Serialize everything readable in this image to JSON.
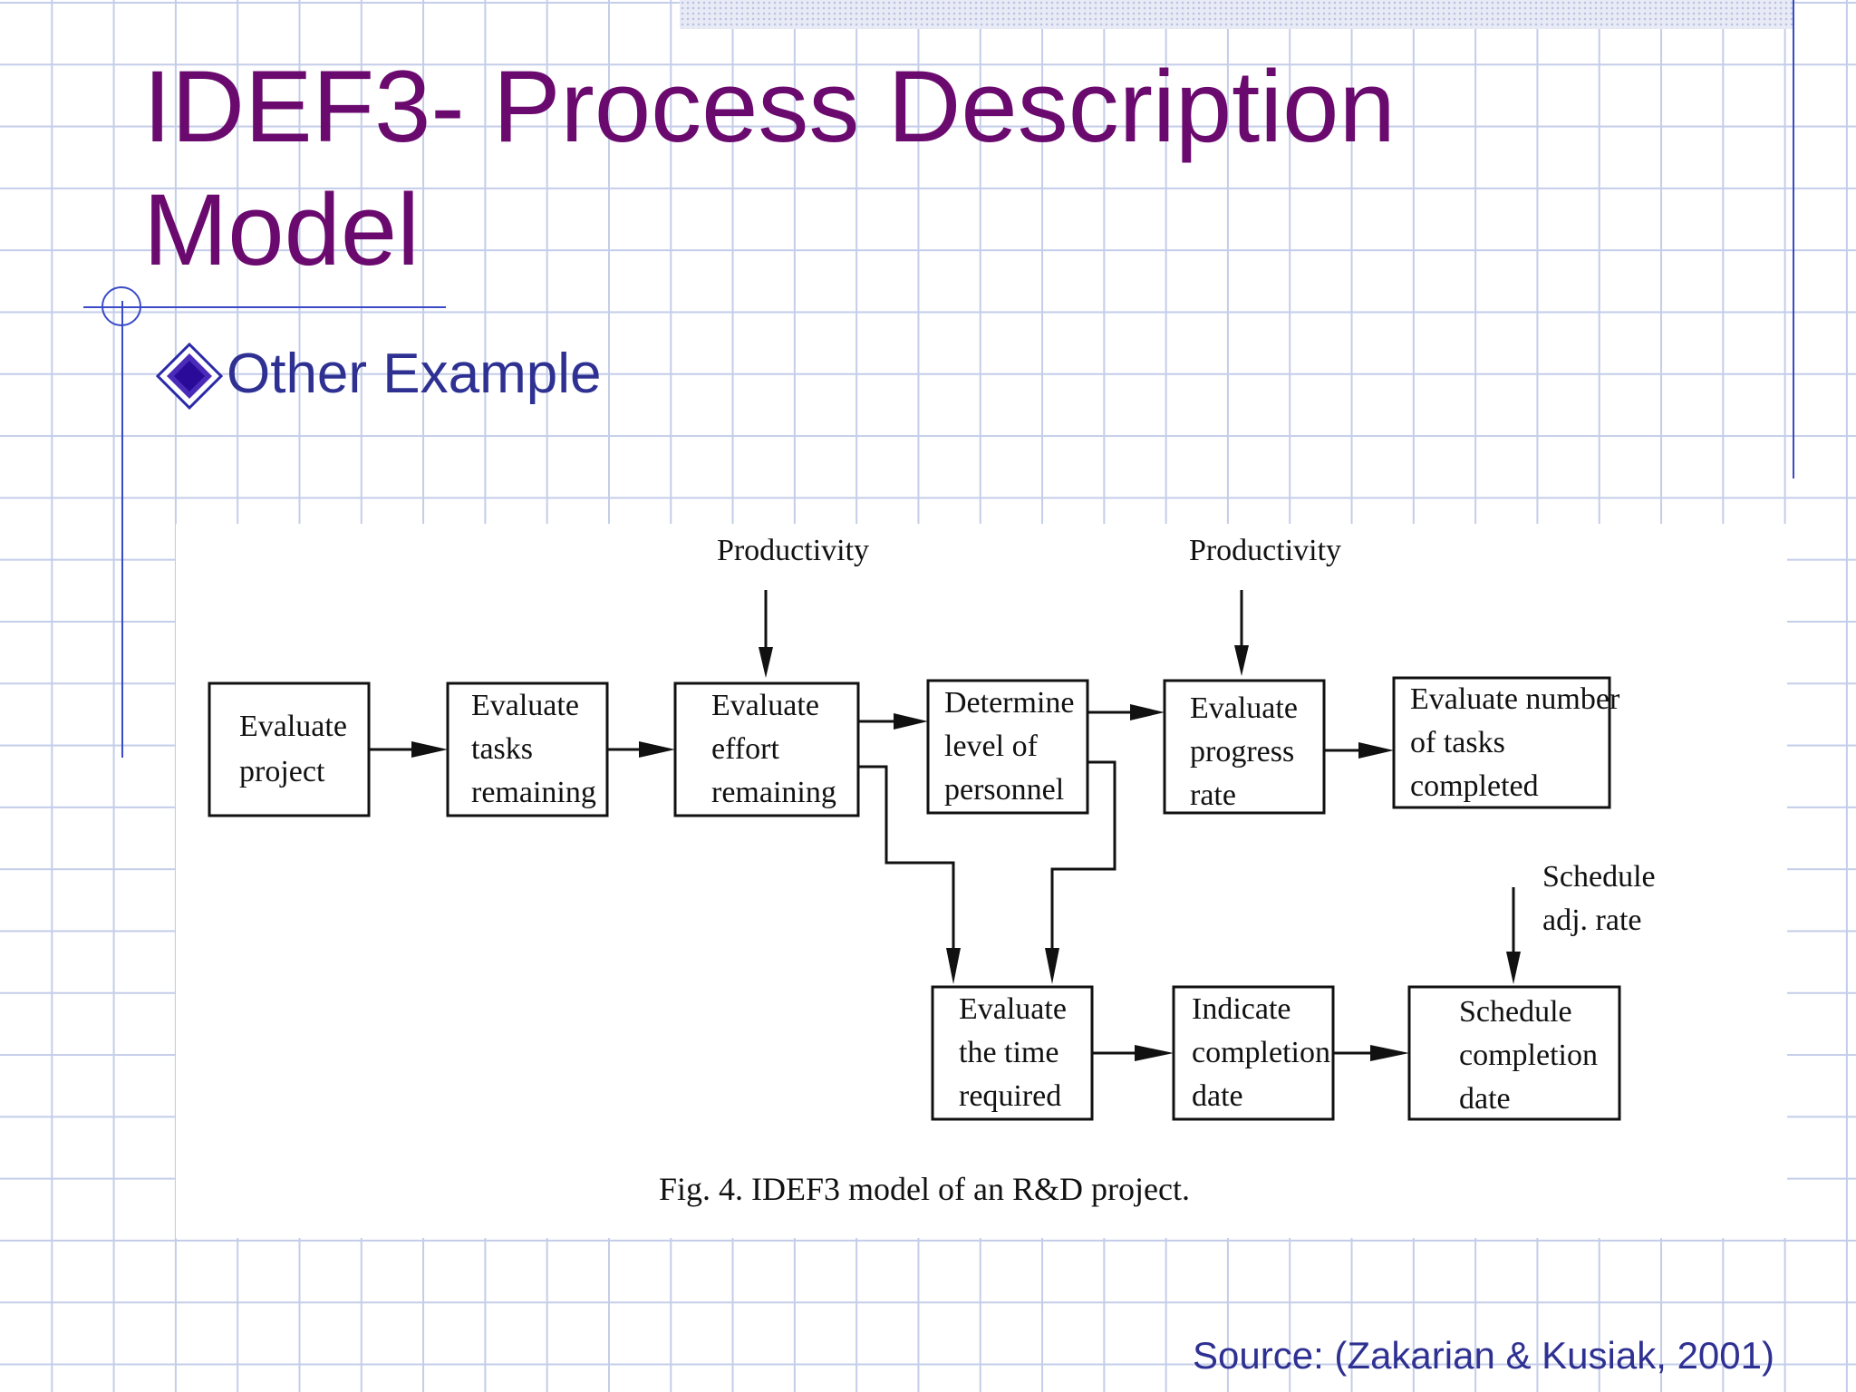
{
  "slide": {
    "title_line1": "IDEF3- Process Description",
    "title_line2": "Model",
    "bullet": "Other Example",
    "source": "Source: (Zakarian & Kusiak, 2001)"
  },
  "diagram": {
    "productivity_label_1": "Productivity",
    "productivity_label_2": "Productivity",
    "schedule_adj_line1": "Schedule",
    "schedule_adj_line2": "adj. rate",
    "caption": "Fig. 4. IDEF3 model of an R&D project.",
    "boxes": {
      "evaluate_project": [
        "Evaluate",
        "project"
      ],
      "evaluate_tasks_remaining": [
        "Evaluate",
        "tasks",
        "remaining"
      ],
      "evaluate_effort_remaining": [
        "Evaluate",
        "effort",
        "remaining"
      ],
      "determine_level_of_personnel": [
        "Determine",
        "level of",
        "personnel"
      ],
      "evaluate_progress_rate": [
        "Evaluate",
        "progress",
        "rate"
      ],
      "evaluate_number_of_tasks_completed": [
        "Evaluate number",
        "of tasks",
        "completed"
      ],
      "evaluate_the_time_required": [
        "Evaluate",
        "the time",
        "required"
      ],
      "indicate_completion_date": [
        "Indicate",
        "completion",
        "date"
      ],
      "schedule_completion_date": [
        "Schedule",
        "completion",
        "date"
      ]
    }
  },
  "colors": {
    "title": "#6b0a6e",
    "body_text": "#2e3192",
    "accent_line": "#3b4bc8",
    "grid": "#c4cde9"
  }
}
